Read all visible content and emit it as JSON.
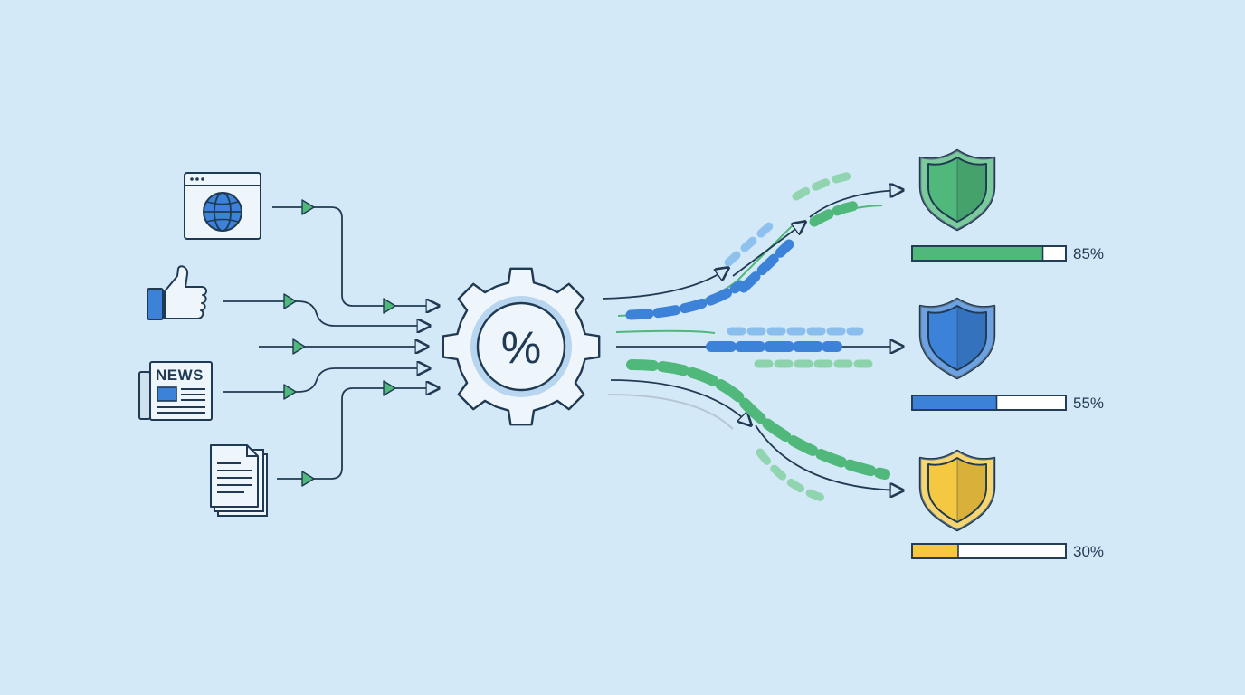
{
  "sources": [
    {
      "icon": "web-browser-globe-icon"
    },
    {
      "icon": "thumbs-up-icon"
    },
    {
      "icon": "newspaper-icon",
      "label": "NEWS"
    },
    {
      "icon": "documents-stack-icon"
    }
  ],
  "processor": {
    "icon": "gear-icon",
    "symbol": "%"
  },
  "outcomes": [
    {
      "icon": "shield-icon",
      "color": "#4fb87a",
      "value": 0.85,
      "label": "85%"
    },
    {
      "icon": "shield-icon",
      "color": "#3b82d8",
      "value": 0.55,
      "label": "55%"
    },
    {
      "icon": "shield-icon",
      "color": "#f5c842",
      "value": 0.3,
      "label": "30%"
    }
  ],
  "colors": {
    "background": "#d4e9f7",
    "stroke": "#1f3a52",
    "green": "#4fb87a",
    "blue": "#3b82d8",
    "yellow": "#f5c842"
  }
}
